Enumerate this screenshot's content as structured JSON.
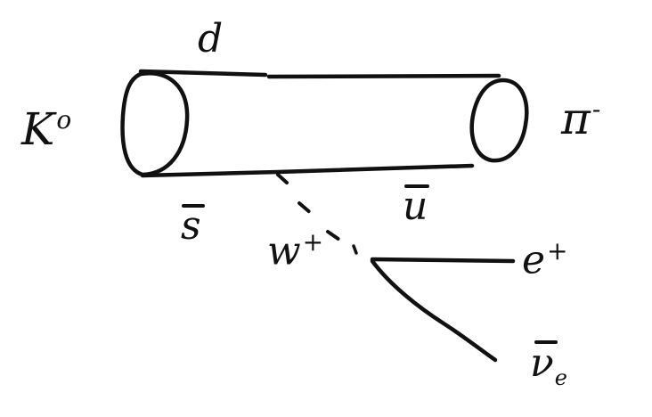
{
  "diagram": {
    "initial_particle": "K",
    "initial_superscript": "o",
    "final_particle": "π",
    "final_superscript": "-",
    "quark_top": "d",
    "quark_bottom_left": "s",
    "quark_bottom_right": "u",
    "boson": "W",
    "boson_charge": "+",
    "lepton": "e",
    "lepton_charge": "+",
    "neutrino": "ν",
    "neutrino_subscript": "e"
  }
}
